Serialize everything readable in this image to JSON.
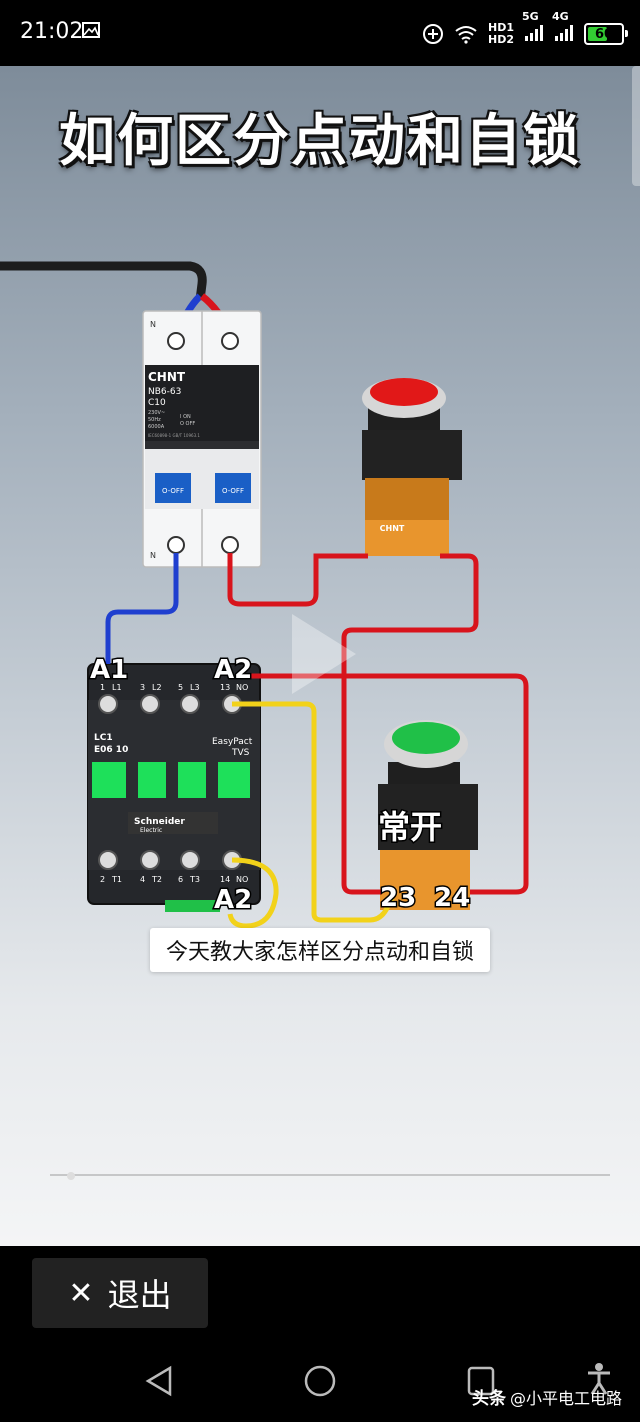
{
  "status_bar": {
    "time": "21:02",
    "hd1": "HD1",
    "hd2": "HD2",
    "net1": "5G",
    "net2": "4G",
    "battery": "60",
    "battery_level": 0.6
  },
  "video": {
    "title": "如何区分点动和自锁",
    "subtitle": "今天教大家怎样区分点动和自锁",
    "breaker": {
      "brand": "CHNT",
      "model": "NB6-63",
      "rating": "C10",
      "spec1": "230V~",
      "spec2": "50Hz",
      "spec3": "6000A",
      "on": "I ON",
      "off": "O OFF",
      "std": "IEC60898-1 GB/T 10963.1",
      "top_term": "N",
      "bottom_term": "N",
      "handle": "O-OFF"
    },
    "contactor": {
      "model": "LC1",
      "model2": "E06 10",
      "series": "EasyPact",
      "series2": "TVS",
      "brand": "Schneider",
      "brand2": "Electric",
      "top_terms": [
        "1",
        "L1",
        "3",
        "L2",
        "5",
        "L3",
        "13",
        "NO"
      ],
      "bottom_terms": [
        "2",
        "T1",
        "4",
        "T2",
        "6",
        "T3",
        "14",
        "NO"
      ]
    },
    "labels": {
      "a1": "A1",
      "a2_top": "A2",
      "a2_bottom": "A2",
      "no_label": "常开",
      "t23": "23",
      "t24": "24",
      "button_brand": "CHNT"
    },
    "progress": 0.03
  },
  "controls": {
    "exit_label": "退出"
  },
  "watermark": {
    "prefix": "头条",
    "author": "@小平电工电路"
  },
  "colors": {
    "accent_green": "#33cc33",
    "wire_red": "#d8141c",
    "wire_blue": "#1f3fcf",
    "wire_yellow": "#f2d21a"
  }
}
